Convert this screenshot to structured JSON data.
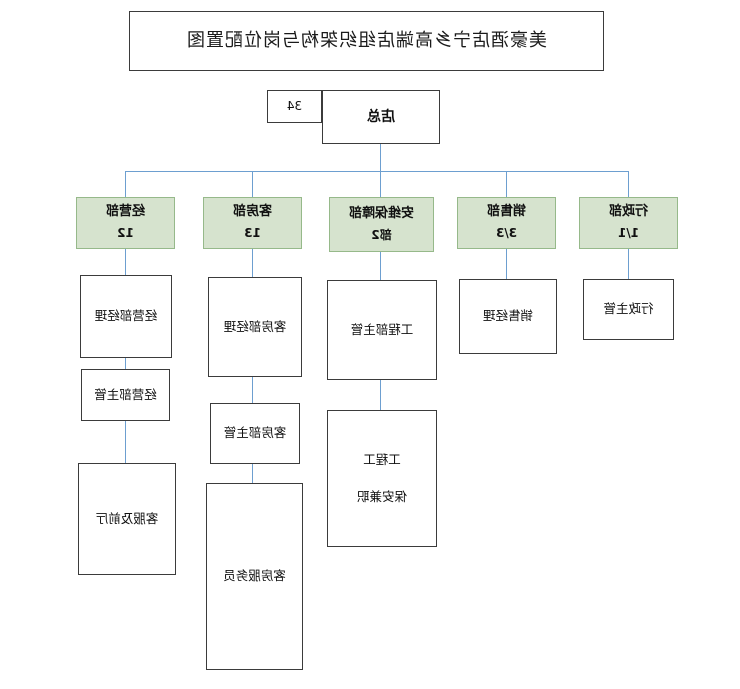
{
  "chart": {
    "title": "美豪酒店宁乡高端店组织架构与岗位配置图",
    "root": {
      "label": "店总",
      "count": "34"
    },
    "departments": [
      {
        "name": "行政部",
        "count": "1/1"
      },
      {
        "name": "销售部",
        "count": "3/3"
      },
      {
        "name": "安维保障部",
        "count": "部2"
      },
      {
        "name": "客房部",
        "count": "13"
      },
      {
        "name": "经营部",
        "count": "12"
      }
    ],
    "roles": {
      "administration": [
        "行政主管"
      ],
      "sales": [
        "销售经理"
      ],
      "maintenance": [
        "工程部主管",
        "工程工",
        "保安兼职"
      ],
      "housekeeping": [
        "客房部经理",
        "客房部主管",
        "客房服务员"
      ],
      "operations": [
        "经营部经理",
        "经营部主管",
        "客服及前厅"
      ]
    }
  },
  "colors": {
    "department_fill": "#d6e3ce",
    "department_border": "#96b98a",
    "box_border": "#3b3b3b",
    "connector": "#6d9fd0"
  }
}
